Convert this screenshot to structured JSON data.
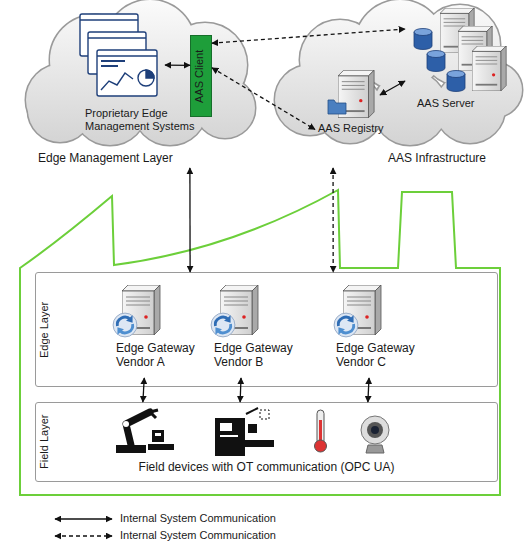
{
  "diagram": {
    "nodes": [
      {
        "text": [
          "Edge Management Layer"
        ]
      },
      {
        "text": [
          "Proprietary Edge Management Systems"
        ],
        "in": 0
      },
      {
        "text": [
          "AAS Client"
        ],
        "in": 0
      },
      {
        "text": [
          "AAS Infrastructure"
        ]
      },
      {
        "text": [
          "AAS Registry"
        ],
        "in": 3
      },
      {
        "text": [
          "AAS Server"
        ],
        "in": 3
      },
      {
        "text": [
          "Edge Layer"
        ]
      },
      {
        "text": [
          "Edge Gateway Vendor A"
        ],
        "in": 6
      },
      {
        "text": [
          "Edge Gateway Vendor B"
        ],
        "in": 6
      },
      {
        "text": [
          "Edge Gateway Vendor C"
        ],
        "in": 6
      },
      {
        "text": [
          "Field Layer",
          "Field devices with OT communication (OPC UA)"
        ]
      }
    ],
    "edges": [
      {
        "from": 1,
        "to": 2,
        "arrow": "both"
      },
      {
        "from": 2,
        "to": 5,
        "arrow": "both"
      },
      {
        "from": 2,
        "to": 4,
        "arrow": "both"
      },
      {
        "from": 4,
        "to": 5,
        "arrow": "both"
      },
      {
        "from": 0,
        "to": 6,
        "arrow": "both"
      },
      {
        "from": 3,
        "to": 6,
        "arrow": "both"
      },
      {
        "from": 7,
        "to": 10,
        "arrow": "both"
      },
      {
        "from": 8,
        "to": 10,
        "arrow": "both"
      },
      {
        "from": 9,
        "to": 10,
        "arrow": "both"
      }
    ],
    "legend": [
      {
        "text": "Internal System Communication"
      },
      {
        "text": "Internal System Communication"
      }
    ]
  }
}
